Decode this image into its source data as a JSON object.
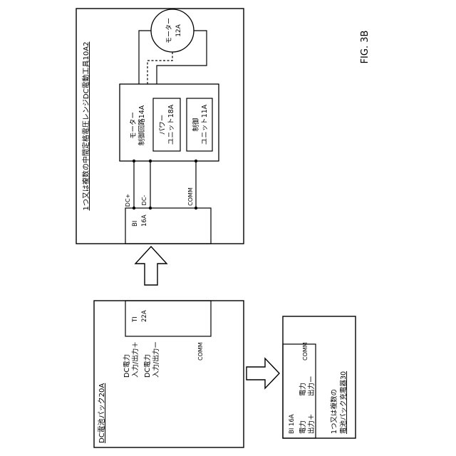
{
  "figure_label": "FIG. 3B",
  "tool": {
    "title": "1つ又は複数の中間定格電圧レンジDC電動工具10A2",
    "motor_circle": "モーター",
    "motor_number": "12A",
    "control_circuit_line1": "モーター",
    "control_circuit_line2": "制御回路14A",
    "power_unit_line1": "パワー",
    "power_unit_line2": "ユニット18A",
    "control_unit_line1": "制御",
    "control_unit_line2": "ユニット11A",
    "terminal_dc_plus": "DC+",
    "terminal_dc_minus": "DC-",
    "terminal_comm": "COMM",
    "interface_line1": "BI",
    "interface_line2": "16A"
  },
  "battery": {
    "title": "DC電池パック20A",
    "interface_line1": "TI",
    "interface_line2": "22A",
    "dc_plus_line1": "DC電力",
    "dc_plus_line2": "入力/出力＋",
    "dc_minus_line1": "DC電力",
    "dc_minus_line2": "入力/出力ー",
    "comm": "COMM"
  },
  "charger": {
    "title_line1": "1つ又は複数の",
    "title_line2": "電池パック充電器30",
    "interface": "BI 16A",
    "power_plus_line1": "電力",
    "power_plus_line2": "出力＋",
    "power_minus_line1": "電力",
    "power_minus_line2": "出力ー",
    "comm": "COMM"
  }
}
